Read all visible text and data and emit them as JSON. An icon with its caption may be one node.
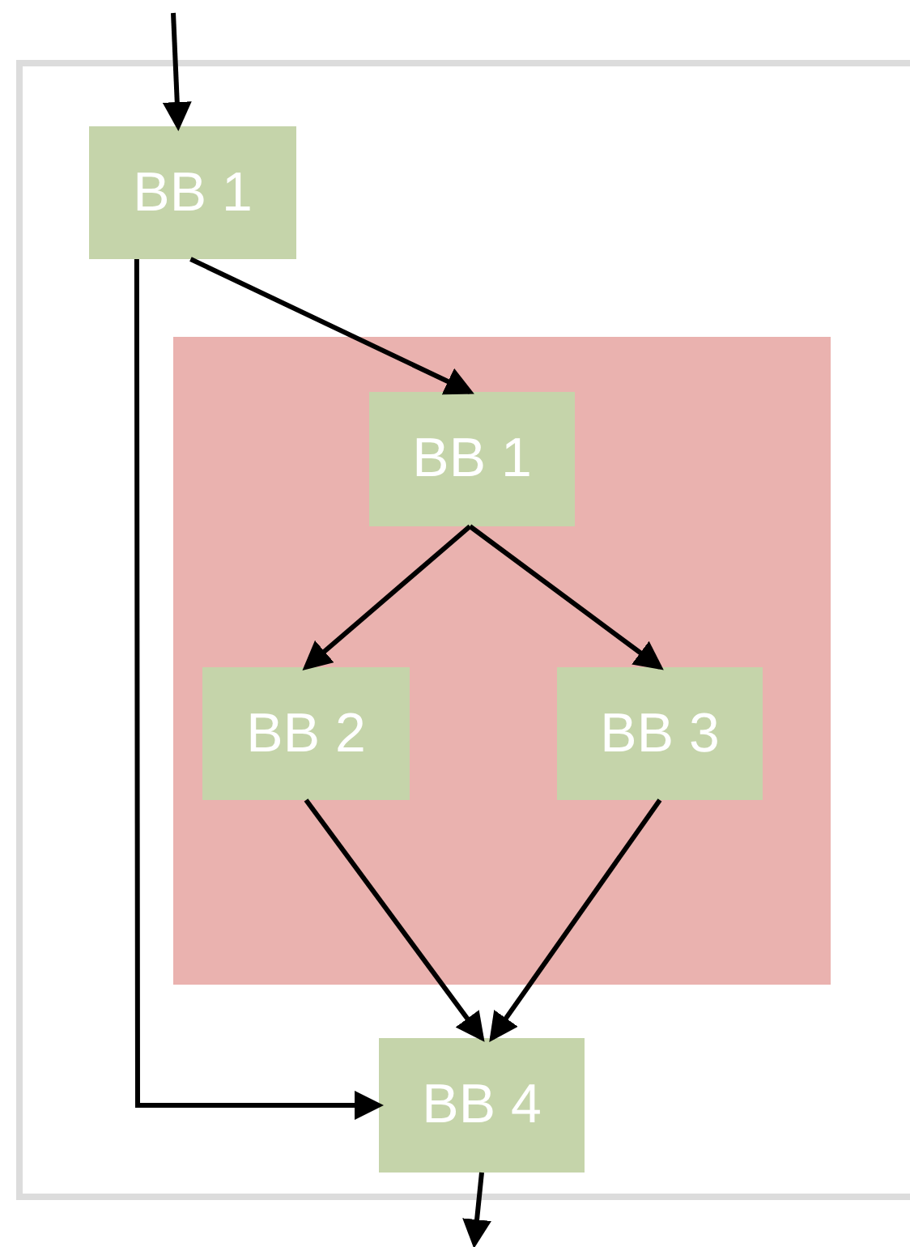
{
  "diagram": {
    "nodes": [
      {
        "text": [],
        "shape": "box"
      },
      {
        "text": [
          "BB 1"
        ],
        "in": 0
      },
      {
        "text": [],
        "shape": "box",
        "in": 0
      },
      {
        "text": [
          "BB 1"
        ],
        "in": 2
      },
      {
        "text": [
          "BB 2"
        ],
        "in": 2
      },
      {
        "text": [
          "BB 3"
        ],
        "in": 2
      },
      {
        "text": [
          "BB 4"
        ],
        "in": 0
      }
    ],
    "edges": [
      {
        "from": null,
        "to": 1,
        "arrow": "to"
      },
      {
        "from": 1,
        "to": 3,
        "arrow": "to"
      },
      {
        "from": 1,
        "to": 6,
        "arrow": "to"
      },
      {
        "from": 3,
        "to": 4,
        "arrow": "to"
      },
      {
        "from": 3,
        "to": 5,
        "arrow": "to"
      },
      {
        "from": 4,
        "to": 6,
        "arrow": "to"
      },
      {
        "from": 5,
        "to": 6,
        "arrow": "to"
      },
      {
        "from": 6,
        "to": null,
        "arrow": "to"
      }
    ]
  }
}
